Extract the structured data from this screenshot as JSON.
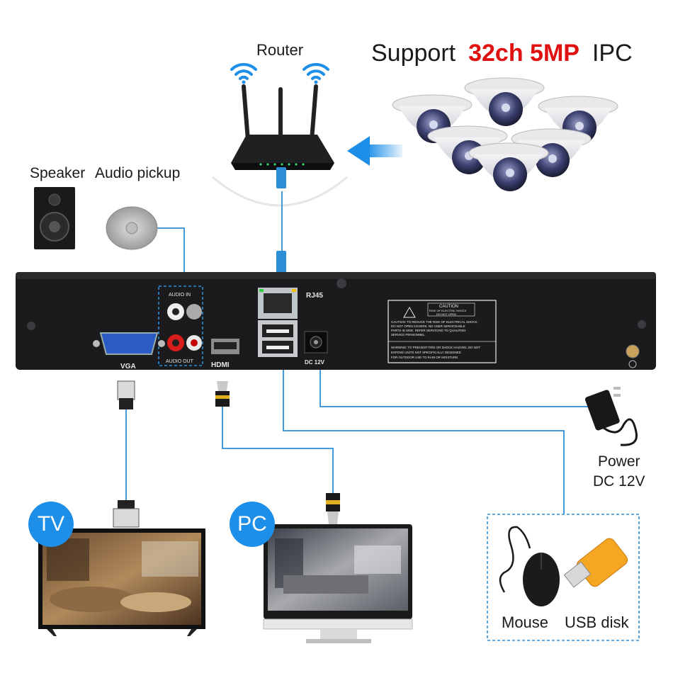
{
  "headline": {
    "prefix": "Support",
    "highlight": "32ch 5MP",
    "suffix": "IPC"
  },
  "devices": {
    "router": "Router",
    "speaker": "Speaker",
    "audio_pickup": "Audio pickup",
    "power_line1": "Power",
    "power_line2": "DC 12V",
    "mouse": "Mouse",
    "usb_disk": "USB disk",
    "tv": "TV",
    "pc": "PC"
  },
  "panel": {
    "audio_in": "AUDIO IN",
    "audio_out": "AUDIO OUT",
    "vga": "VGA",
    "hdmi": "HDMI",
    "rj45": "RJ45",
    "dc12v": "DC 12V",
    "caution_title": "CAUTION",
    "caution_sub1": "RISK OF ELECTRIC SHOCK",
    "caution_sub2": "DO NOT OPEN",
    "caution_text1": "CAUTION: TO REDUCE THE RISK OF ELECTRICAL SHOCK,",
    "caution_text2": "DO NOT OPEN COVERS. NO USER SERVICEABLE",
    "caution_text3": "PARTS IN SIDE. REFER SERVICING TO QUALIFIED",
    "caution_text4": "SERVICE PERSONNEL.",
    "warning_text1": "WARNING: TO PREVENT FIRE OR SHOCK HAZARD, DO NOT",
    "warning_text2": "EXPOSE UNITS NOT SPECIFICALLY DESIGNED",
    "warning_text3": "FOR OUTDOOR USE TO RAIN OR MOISTURE"
  },
  "colors": {
    "accent_blue": "#1e8fe8",
    "highlight_red": "#e01010",
    "cable_blue": "#2c8fd6",
    "nvr_body": "#1b1b1d"
  },
  "icons": [
    "wifi-icon",
    "speaker-icon",
    "microphone-icon",
    "camera-icon",
    "power-adapter-icon",
    "mouse-icon",
    "usb-disk-icon",
    "tv-icon",
    "monitor-icon"
  ]
}
